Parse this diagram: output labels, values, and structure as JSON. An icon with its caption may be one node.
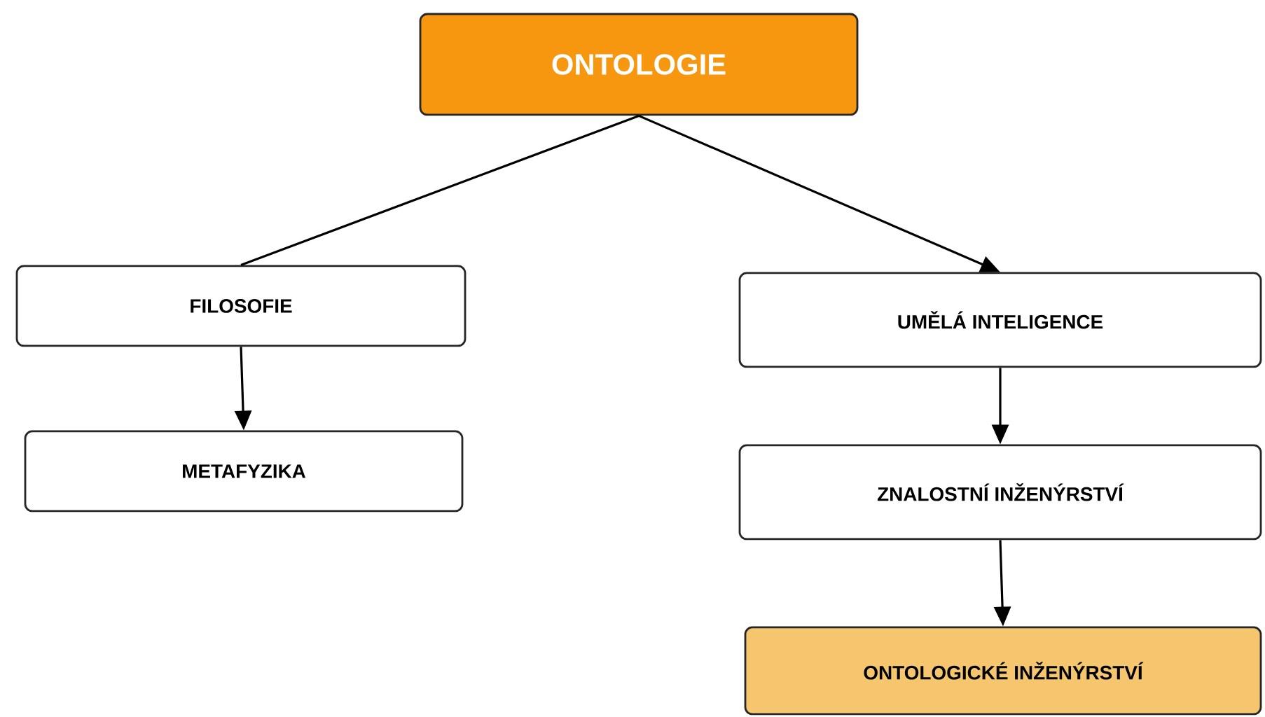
{
  "diagram": {
    "nodes": [
      {
        "text": [
          "ONTOLOGIE"
        ]
      },
      {
        "text": [
          "FILOSOFIE"
        ]
      },
      {
        "text": [
          "UMĚLÁ INTELIGENCE"
        ]
      },
      {
        "text": [
          "METAFYZIKA"
        ]
      },
      {
        "text": [
          "ZNALOSTNÍ INŽENÝRSTVÍ"
        ]
      },
      {
        "text": [
          "ONTOLOGICKÉ INŽENÝRSTVÍ"
        ]
      }
    ],
    "edges": [
      {
        "from": 0,
        "to": 1,
        "arrow": "none"
      },
      {
        "from": 0,
        "to": 2,
        "arrow": "to"
      },
      {
        "from": 1,
        "to": 3,
        "arrow": "to"
      },
      {
        "from": 2,
        "to": 4,
        "arrow": "to"
      },
      {
        "from": 4,
        "to": 5,
        "arrow": "to"
      }
    ]
  }
}
